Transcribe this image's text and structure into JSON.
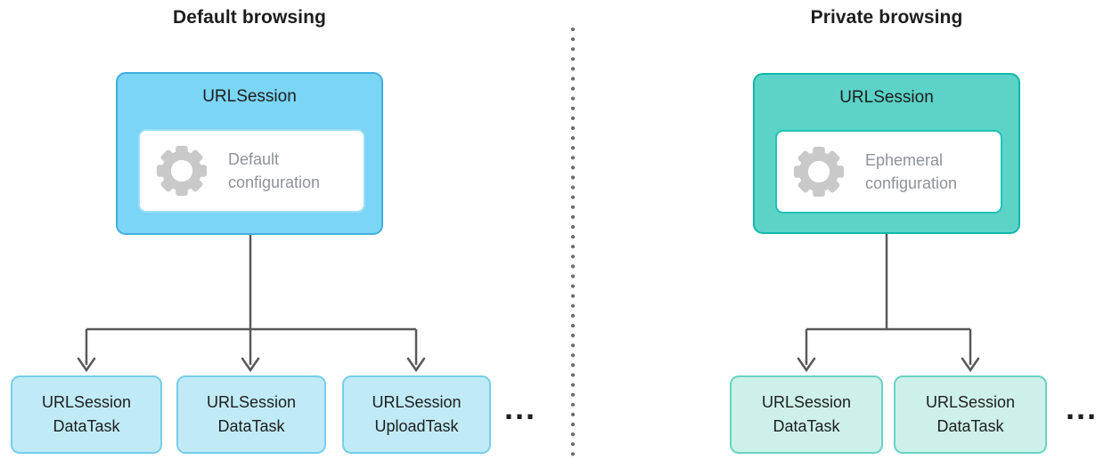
{
  "diagram": {
    "left": {
      "title": "Default browsing",
      "session": {
        "label": "URLSession",
        "config_label": "Default configuration"
      },
      "tasks": [
        {
          "line1": "URLSession",
          "line2": "DataTask"
        },
        {
          "line1": "URLSession",
          "line2": "DataTask"
        },
        {
          "line1": "URLSession",
          "line2": "UploadTask"
        }
      ],
      "more": "..."
    },
    "right": {
      "title": "Private browsing",
      "session": {
        "label": "URLSession",
        "config_label": "Ephemeral configuration"
      },
      "tasks": [
        {
          "line1": "URLSession",
          "line2": "DataTask"
        },
        {
          "line1": "URLSession",
          "line2": "DataTask"
        }
      ],
      "more": "..."
    },
    "icons": {
      "gear": "gear-icon"
    },
    "colors": {
      "blue_fill": "#7BD5F4",
      "blue_border": "#41AEDF",
      "blue_inner_border": "#9ADFF7",
      "task_blue_fill": "#C0EBF6",
      "task_blue_border": "#79CCEB",
      "teal_fill": "#5CD3C7",
      "teal_border": "#0FB9AA",
      "teal_inner_border": "#1FC3B3",
      "task_teal_fill": "#CEF0EA",
      "task_teal_border": "#68D2C4",
      "line": "#59595C",
      "dot": "#6A6A6A",
      "gear": "#C9C9C9",
      "text_dark": "#1D1D1F",
      "text_gray": "#8E9196"
    }
  }
}
